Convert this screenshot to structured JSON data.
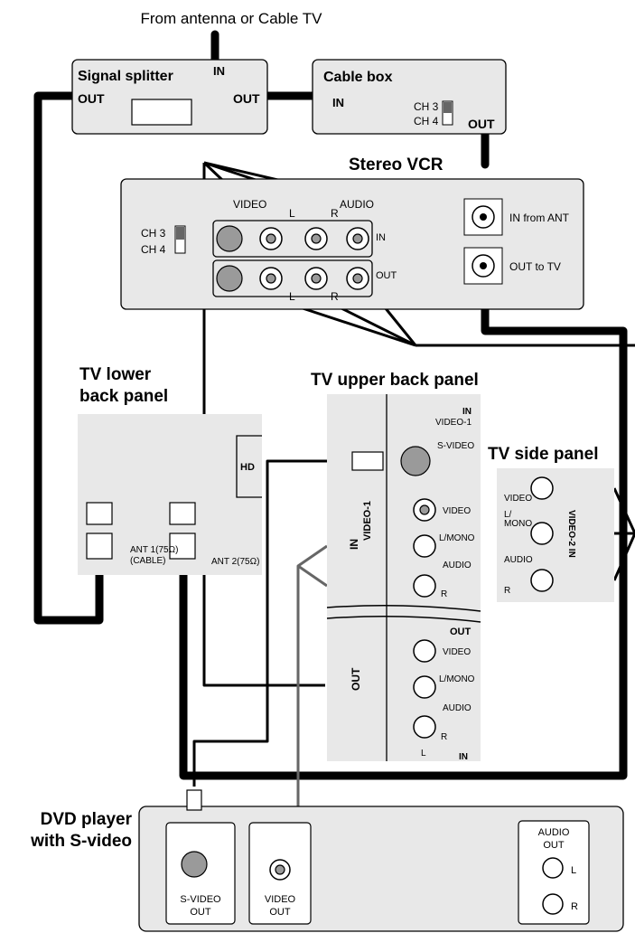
{
  "source_label": "From antenna or Cable TV",
  "splitter": {
    "title": "Signal splitter",
    "in_label": "IN",
    "out_left": "OUT",
    "out_right": "OUT"
  },
  "cable_box": {
    "title": "Cable box",
    "in_label": "IN",
    "ch3": "CH 3",
    "ch4": "CH 4",
    "out_label": "OUT"
  },
  "vcr": {
    "title": "Stereo VCR",
    "video_label": "VIDEO",
    "audio_label": "AUDIO",
    "l": "L",
    "r": "R",
    "in_label": "IN",
    "out_label": "OUT",
    "ch3": "CH 3",
    "ch4": "CH 4",
    "in_from_ant": "IN from ANT",
    "out_to_tv": "OUT to TV"
  },
  "tv_lower": {
    "title_line1": "TV lower",
    "title_line2": "back panel",
    "hd": "HD",
    "ant1_line1": "ANT 1(75Ω)",
    "ant1_line2": "(CABLE)",
    "ant2": "ANT 2(75Ω)"
  },
  "tv_upper": {
    "title": "TV upper back panel",
    "in_label": "IN",
    "video1": "VIDEO-1",
    "svideo": "S-VIDEO",
    "video": "VIDEO",
    "lmono": "L/MONO",
    "audio": "AUDIO",
    "r": "R",
    "side_in": "IN",
    "side_video1": "VIDEO-1",
    "out_label": "OUT",
    "side_out": "OUT",
    "l": "L",
    "in_bottom": "IN"
  },
  "tv_side": {
    "title": "TV side panel",
    "video": "VIDEO",
    "lmono_line1": "L/",
    "lmono_line2": "MONO",
    "audio": "AUDIO",
    "r": "R",
    "vertical": "VIDEO-2 IN"
  },
  "dvd": {
    "title_line1": "DVD player",
    "title_line2": "with S-video",
    "svideo_line1": "S-VIDEO",
    "svideo_line2": "OUT",
    "video_line1": "VIDEO",
    "video_line2": "OUT",
    "audio_line1": "AUDIO",
    "audio_line2": "OUT",
    "l": "L",
    "r": "R"
  }
}
